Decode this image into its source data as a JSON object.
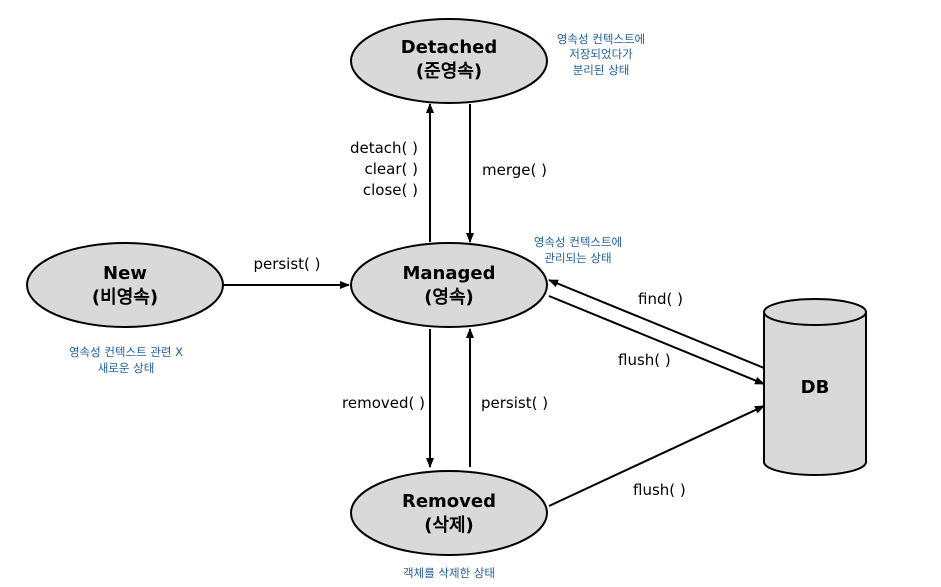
{
  "states": {
    "detached": {
      "name": "Detached",
      "korean": "(준영속)",
      "note": [
        "영속성 컨텍스트에",
        "저장되었다가",
        "분리된 상태"
      ]
    },
    "new": {
      "name": "New",
      "korean": "(비영속)",
      "note": [
        "영속성 컨텍스트 관련 X",
        "새로운 상태"
      ]
    },
    "managed": {
      "name": "Managed",
      "korean": "(영속)",
      "note": [
        "영속성 컨텍스트에",
        "관리되는 상태"
      ]
    },
    "removed": {
      "name": "Removed",
      "korean": "(삭제)",
      "note": [
        "객체를 삭제한 상태"
      ]
    }
  },
  "db": {
    "label": "DB"
  },
  "transitions": {
    "detach_methods": [
      "detach( )",
      "clear( )",
      "close( )"
    ],
    "merge": "merge( )",
    "persist_new": "persist( )",
    "removed": "removed( )",
    "persist_removed": "persist( )",
    "find": "find( )",
    "flush_managed": "flush( )",
    "flush_removed": "flush( )"
  },
  "colors": {
    "state_fill": "#d9d9d9",
    "note_text": "#1f5fa0",
    "stroke": "#000000"
  }
}
